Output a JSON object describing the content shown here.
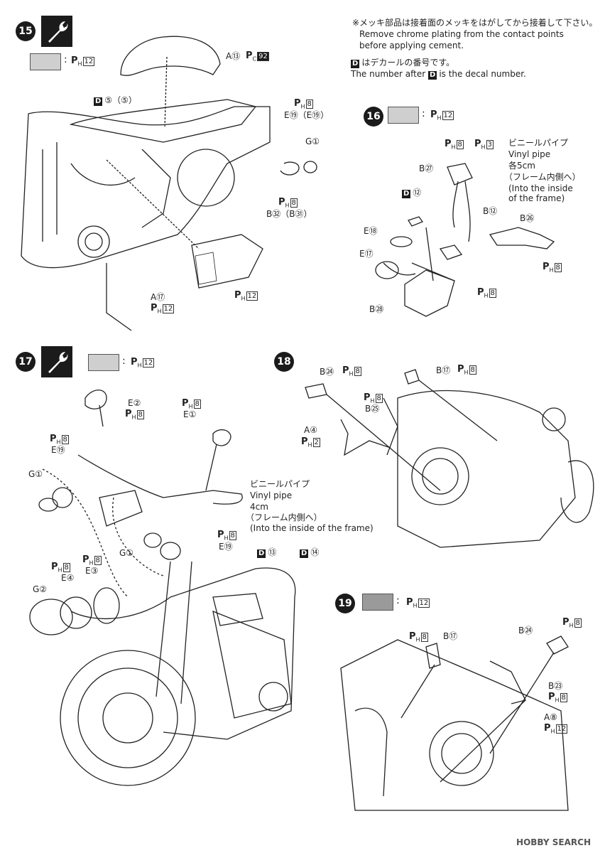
{
  "notes": {
    "chrome_jp": "※メッキ部品は接着面のメッキをはがしてから接着して下さい。",
    "chrome_en1": "Remove chrome plating from the contact points",
    "chrome_en2": "before applying cement.",
    "decal_jp": "はデカールの番号です。",
    "decal_en": "The number after",
    "decal_en2": "is the decal number.",
    "d": "D"
  },
  "steps": {
    "s15": {
      "num": "15",
      "paint_code": "12"
    },
    "s16": {
      "num": "16",
      "paint_code": "12"
    },
    "s17": {
      "num": "17",
      "paint_code": "12"
    },
    "s18": {
      "num": "18"
    },
    "s19": {
      "num": "19",
      "paint_code": "12"
    }
  },
  "paint_prefix": "P",
  "paint_sub_h": "H",
  "paint_sub_c": "C",
  "labels15": {
    "a13": "A⑬",
    "pc92": "92",
    "d5": "⑤（⑤）",
    "ph8": "8",
    "e19": "E⑲（E⑲）",
    "g1": "G①",
    "ph8b": "8",
    "b32": "B㉜（B㉛）",
    "ph12": "12",
    "a17": "A⑰",
    "ph12b": "12"
  },
  "labels16": {
    "vinyl_jp": "ビニールパイプ",
    "vinyl_en": "Vinyl pipe",
    "each5": "各5cm",
    "frame_jp": "（フレーム内側へ）",
    "frame_en1": "(Into the inside",
    "frame_en2": "of the frame)",
    "ph8": "8",
    "ph3": "3",
    "b27": "B㉗",
    "d12": "⑫",
    "b12": "B⑫",
    "b26": "B㉖",
    "e18": "E⑱",
    "e17": "E⑰",
    "ph8b": "8",
    "ph8c": "8",
    "b28": "B㉘"
  },
  "labels17": {
    "e2": "E②",
    "ph8": "8",
    "ph8b": "8",
    "e1": "E①",
    "ph8c": "8",
    "e19": "E⑲",
    "g1": "G①",
    "vinyl_jp": "ビニールパイプ",
    "vinyl_en": "Vinyl pipe",
    "len": "4cm",
    "frame_jp": "（フレーム内側へ）",
    "frame_en": "(Into the inside of the frame)",
    "ph8d": "8",
    "e19b": "E⑲",
    "g1b": "G①",
    "d13": "⑬",
    "d14": "⑭",
    "ph8e": "8",
    "ph8f": "8",
    "e4": "E④",
    "e3": "E③",
    "g2": "G②"
  },
  "labels18": {
    "b24": "B㉔",
    "ph8": "8",
    "b17": "B⑰",
    "ph8b": "8",
    "ph8c": "8",
    "b25": "B㉕",
    "a4": "A④",
    "ph2": "2"
  },
  "labels19": {
    "ph8": "8",
    "b17": "B⑰",
    "b24": "B㉔",
    "ph8b": "8",
    "b23": "B㉓",
    "ph8c": "8",
    "a8": "A⑧",
    "ph12": "12"
  },
  "watermark": "HOBBY SEARCH"
}
